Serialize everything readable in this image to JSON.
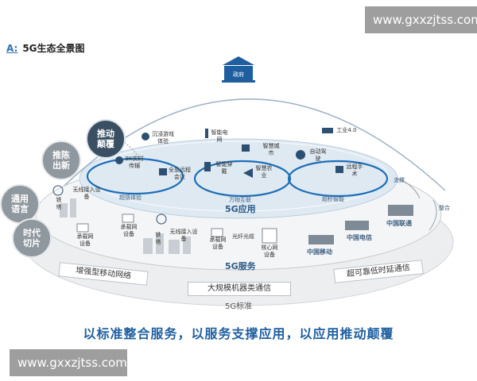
{
  "watermark_top": "www.gxxzjtss.com",
  "watermark_bottom": "www.gxxzjtss.com",
  "figure_label": "A:",
  "figure_title": "5G生态全景图",
  "government": "政府",
  "bubbles": [
    "推动颠覆",
    "推陈出新",
    "通用语言",
    "时代切片"
  ],
  "applications": {
    "layer_title": "5G应用",
    "items": [
      "沉浸游戏体验",
      "智能电网",
      "智慧城市",
      "工业4.0",
      "8K实时传输",
      "全息远程会议",
      "智能穿戴",
      "智慧农业",
      "自动驾驶",
      "远程手术"
    ],
    "categories": [
      "超感体验",
      "万物互联",
      "超秒智能"
    ]
  },
  "services": {
    "layer_title": "5G服务",
    "items": [
      "无线接入设备",
      "承载网设备",
      "承载网设备",
      "无线接入设备",
      "承载网设备",
      "光纤光缆",
      "核心网设备"
    ],
    "towers": [
      "铁塔",
      "铁塔"
    ]
  },
  "operators": [
    "中国联通",
    "中国电信",
    "中国移动"
  ],
  "support_label": "支撑",
  "integrate_label": "整合",
  "standards": {
    "layer_title": "5G标准",
    "bands": [
      "增强型移动网络",
      "大规模机器类通信",
      "超可靠低时延通信"
    ]
  },
  "slogan": "以标准整合服务，以服务支撑应用，以应用推动颠覆"
}
